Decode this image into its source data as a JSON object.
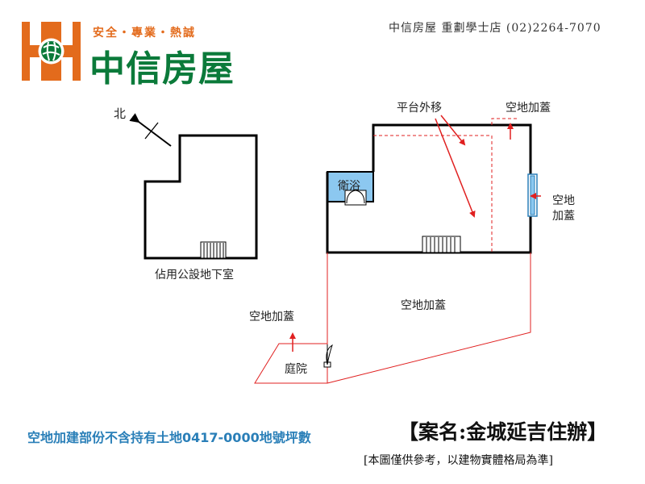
{
  "header": {
    "logo_slogan": "安全・專業・熱誠",
    "logo_name": "中信房屋",
    "store_info": "中信房屋 重劃學士店 (02)2264-7070"
  },
  "plan": {
    "north_label": "北",
    "basement_label": "佔用公設地下室",
    "platform_label": "平台外移",
    "vacant_top_label": "空地加蓋",
    "vacant_right_label_1": "空地",
    "vacant_right_label_2": "加蓋",
    "bathroom_label": "衛浴",
    "vacant_center_label": "空地加蓋",
    "vacant_left_label": "空地加蓋",
    "courtyard_label": "庭院"
  },
  "footer": {
    "note": "空地加建部份不含持有土地0417-0000地號坪數",
    "case_name": "【案名:金城延吉住辦】",
    "disclaimer": "[本圖僅供參考，以建物實體格局為準]"
  },
  "colors": {
    "brand_orange": "#e36b1c",
    "brand_green": "#0b7a3a",
    "note_blue": "#2a7fb8",
    "annotation_red": "#e02020",
    "wall_black": "#000000",
    "bathroom_fill": "#8cc8f0"
  }
}
